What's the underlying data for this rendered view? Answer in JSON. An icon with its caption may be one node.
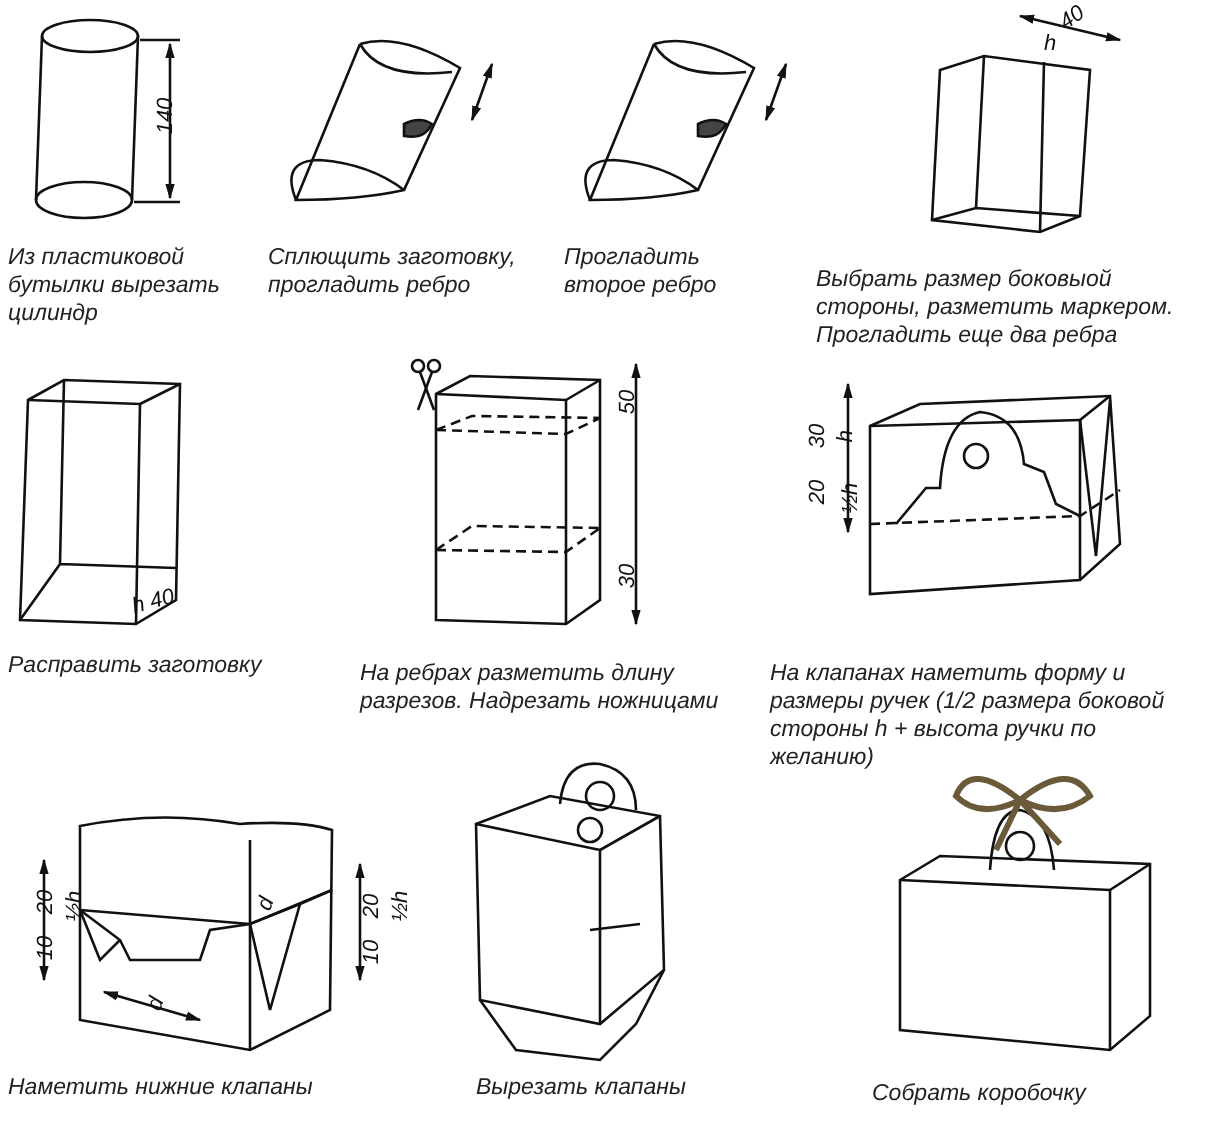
{
  "diagram": {
    "labels": [
      "140",
      "Из пластиковой бутылки вырезать цилиндр",
      "Сплющить заготовку, прогладить ребро",
      "Прогладить второе ребро",
      "40",
      "h",
      "Выбрать размер боковыой стороны, разметить маркером. Прогладить еще два ребра",
      "h 40",
      "Расправить заготовку",
      "50",
      "30",
      "На ребрах разметить длину разрезов. Надрезать ножницами",
      "30",
      "20",
      "h",
      "½h",
      "На клапанах наметить форму и размеры ручек (1/2 размера боковой стороны h + высота ручки по желанию)",
      "10",
      "20",
      "½h",
      "d",
      "20",
      "10",
      "½h",
      "d",
      "Наметить нижние клапаны",
      "Вырезать клапаны",
      "Собрать коробочку"
    ]
  }
}
